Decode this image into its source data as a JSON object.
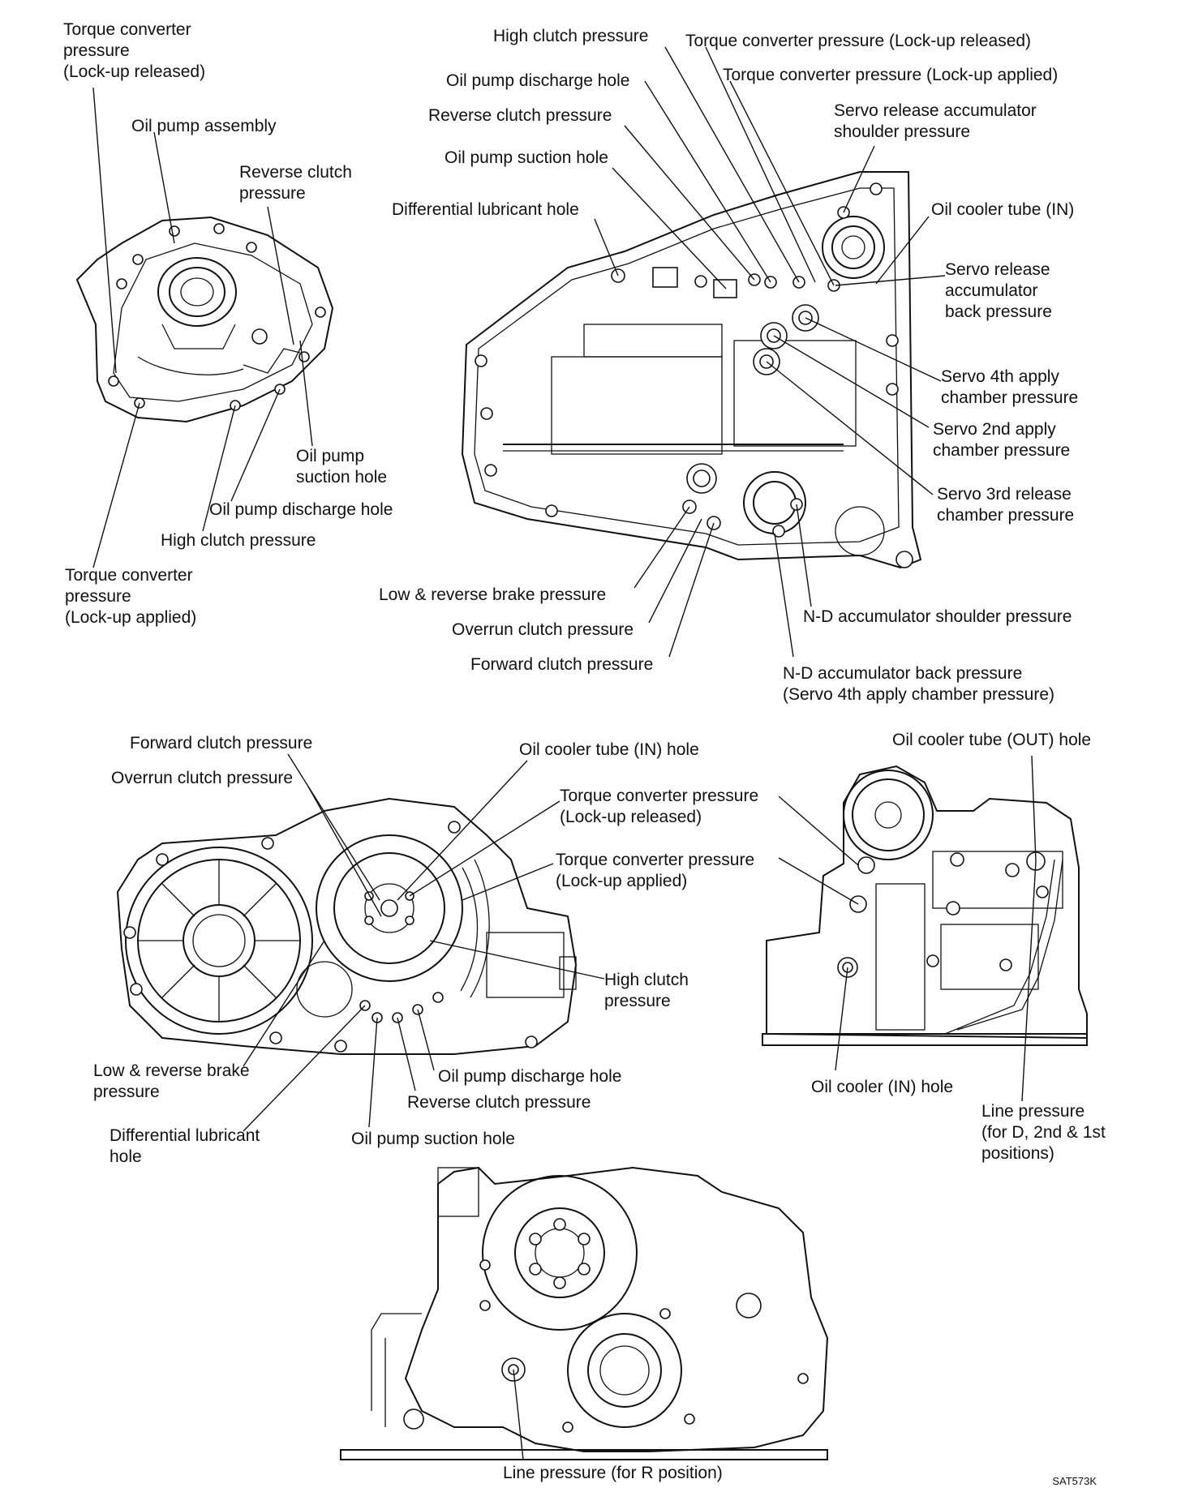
{
  "figure_code": "SAT573K",
  "views": {
    "oil_pump": {
      "torque_converter_released": [
        "Torque converter",
        "pressure",
        "(Lock-up released)"
      ],
      "oil_pump_assembly": [
        "Oil pump assembly"
      ],
      "reverse_clutch": [
        "Reverse clutch",
        "pressure"
      ],
      "oil_pump_suction": [
        "Oil pump",
        "suction hole"
      ],
      "oil_pump_discharge": [
        "Oil pump discharge hole"
      ],
      "high_clutch": [
        "High clutch pressure"
      ],
      "torque_converter_applied": [
        "Torque converter",
        "pressure",
        "(Lock-up applied)"
      ]
    },
    "case_face": {
      "high_clutch": [
        "High clutch pressure"
      ],
      "tc_released": [
        "Torque converter pressure (Lock-up released)"
      ],
      "oil_pump_discharge": [
        "Oil pump discharge hole"
      ],
      "tc_applied": [
        "Torque converter pressure (Lock-up applied)"
      ],
      "reverse_clutch": [
        "Reverse clutch pressure"
      ],
      "servo_release_shoulder": [
        "Servo release accumulator",
        "shoulder pressure"
      ],
      "oil_pump_suction": [
        "Oil pump suction hole"
      ],
      "diff_lubricant": [
        "Differential lubricant hole"
      ],
      "oil_cooler_tube_in": [
        "Oil cooler tube (IN)"
      ],
      "servo_release_back": [
        "Servo release",
        "accumulator",
        "back pressure"
      ],
      "servo_4th_apply": [
        "Servo 4th apply",
        "chamber pressure"
      ],
      "servo_2nd_apply": [
        "Servo 2nd apply",
        "chamber pressure"
      ],
      "servo_3rd_release": [
        "Servo 3rd release",
        "chamber pressure"
      ],
      "low_reverse_brake": [
        "Low & reverse brake pressure"
      ],
      "nd_shoulder": [
        "N-D accumulator shoulder pressure"
      ],
      "overrun_clutch": [
        "Overrun clutch pressure"
      ],
      "forward_clutch": [
        "Forward clutch pressure"
      ],
      "nd_back": [
        "N-D accumulator back pressure",
        "(Servo 4th apply chamber pressure)"
      ]
    },
    "converter_side": {
      "forward_clutch": [
        "Forward clutch pressure"
      ],
      "overrun_clutch": [
        "Overrun clutch pressure"
      ],
      "oil_cooler_tube_in_hole": [
        "Oil cooler tube (IN) hole"
      ],
      "tc_released": [
        "Torque converter pressure",
        "(Lock-up released)"
      ],
      "tc_applied": [
        "Torque converter pressure",
        "(Lock-up applied)"
      ],
      "high_clutch": [
        "High clutch",
        "pressure"
      ],
      "low_reverse_brake": [
        "Low & reverse brake",
        "pressure"
      ],
      "oil_pump_discharge": [
        "Oil pump discharge hole"
      ],
      "reverse_clutch": [
        "Reverse clutch pressure"
      ],
      "diff_lubricant": [
        "Differential lubricant",
        "hole"
      ],
      "oil_pump_suction": [
        "Oil pump suction hole"
      ]
    },
    "side_view": {
      "oil_cooler_tube_out_hole": [
        "Oil cooler tube (OUT) hole"
      ],
      "oil_cooler_in_hole": [
        "Oil cooler (IN) hole"
      ],
      "line_pressure_d": [
        "Line pressure",
        "(for D, 2nd & 1st",
        "positions)"
      ]
    },
    "rear_view": {
      "line_pressure_r": [
        "Line pressure (for R position)"
      ]
    }
  }
}
